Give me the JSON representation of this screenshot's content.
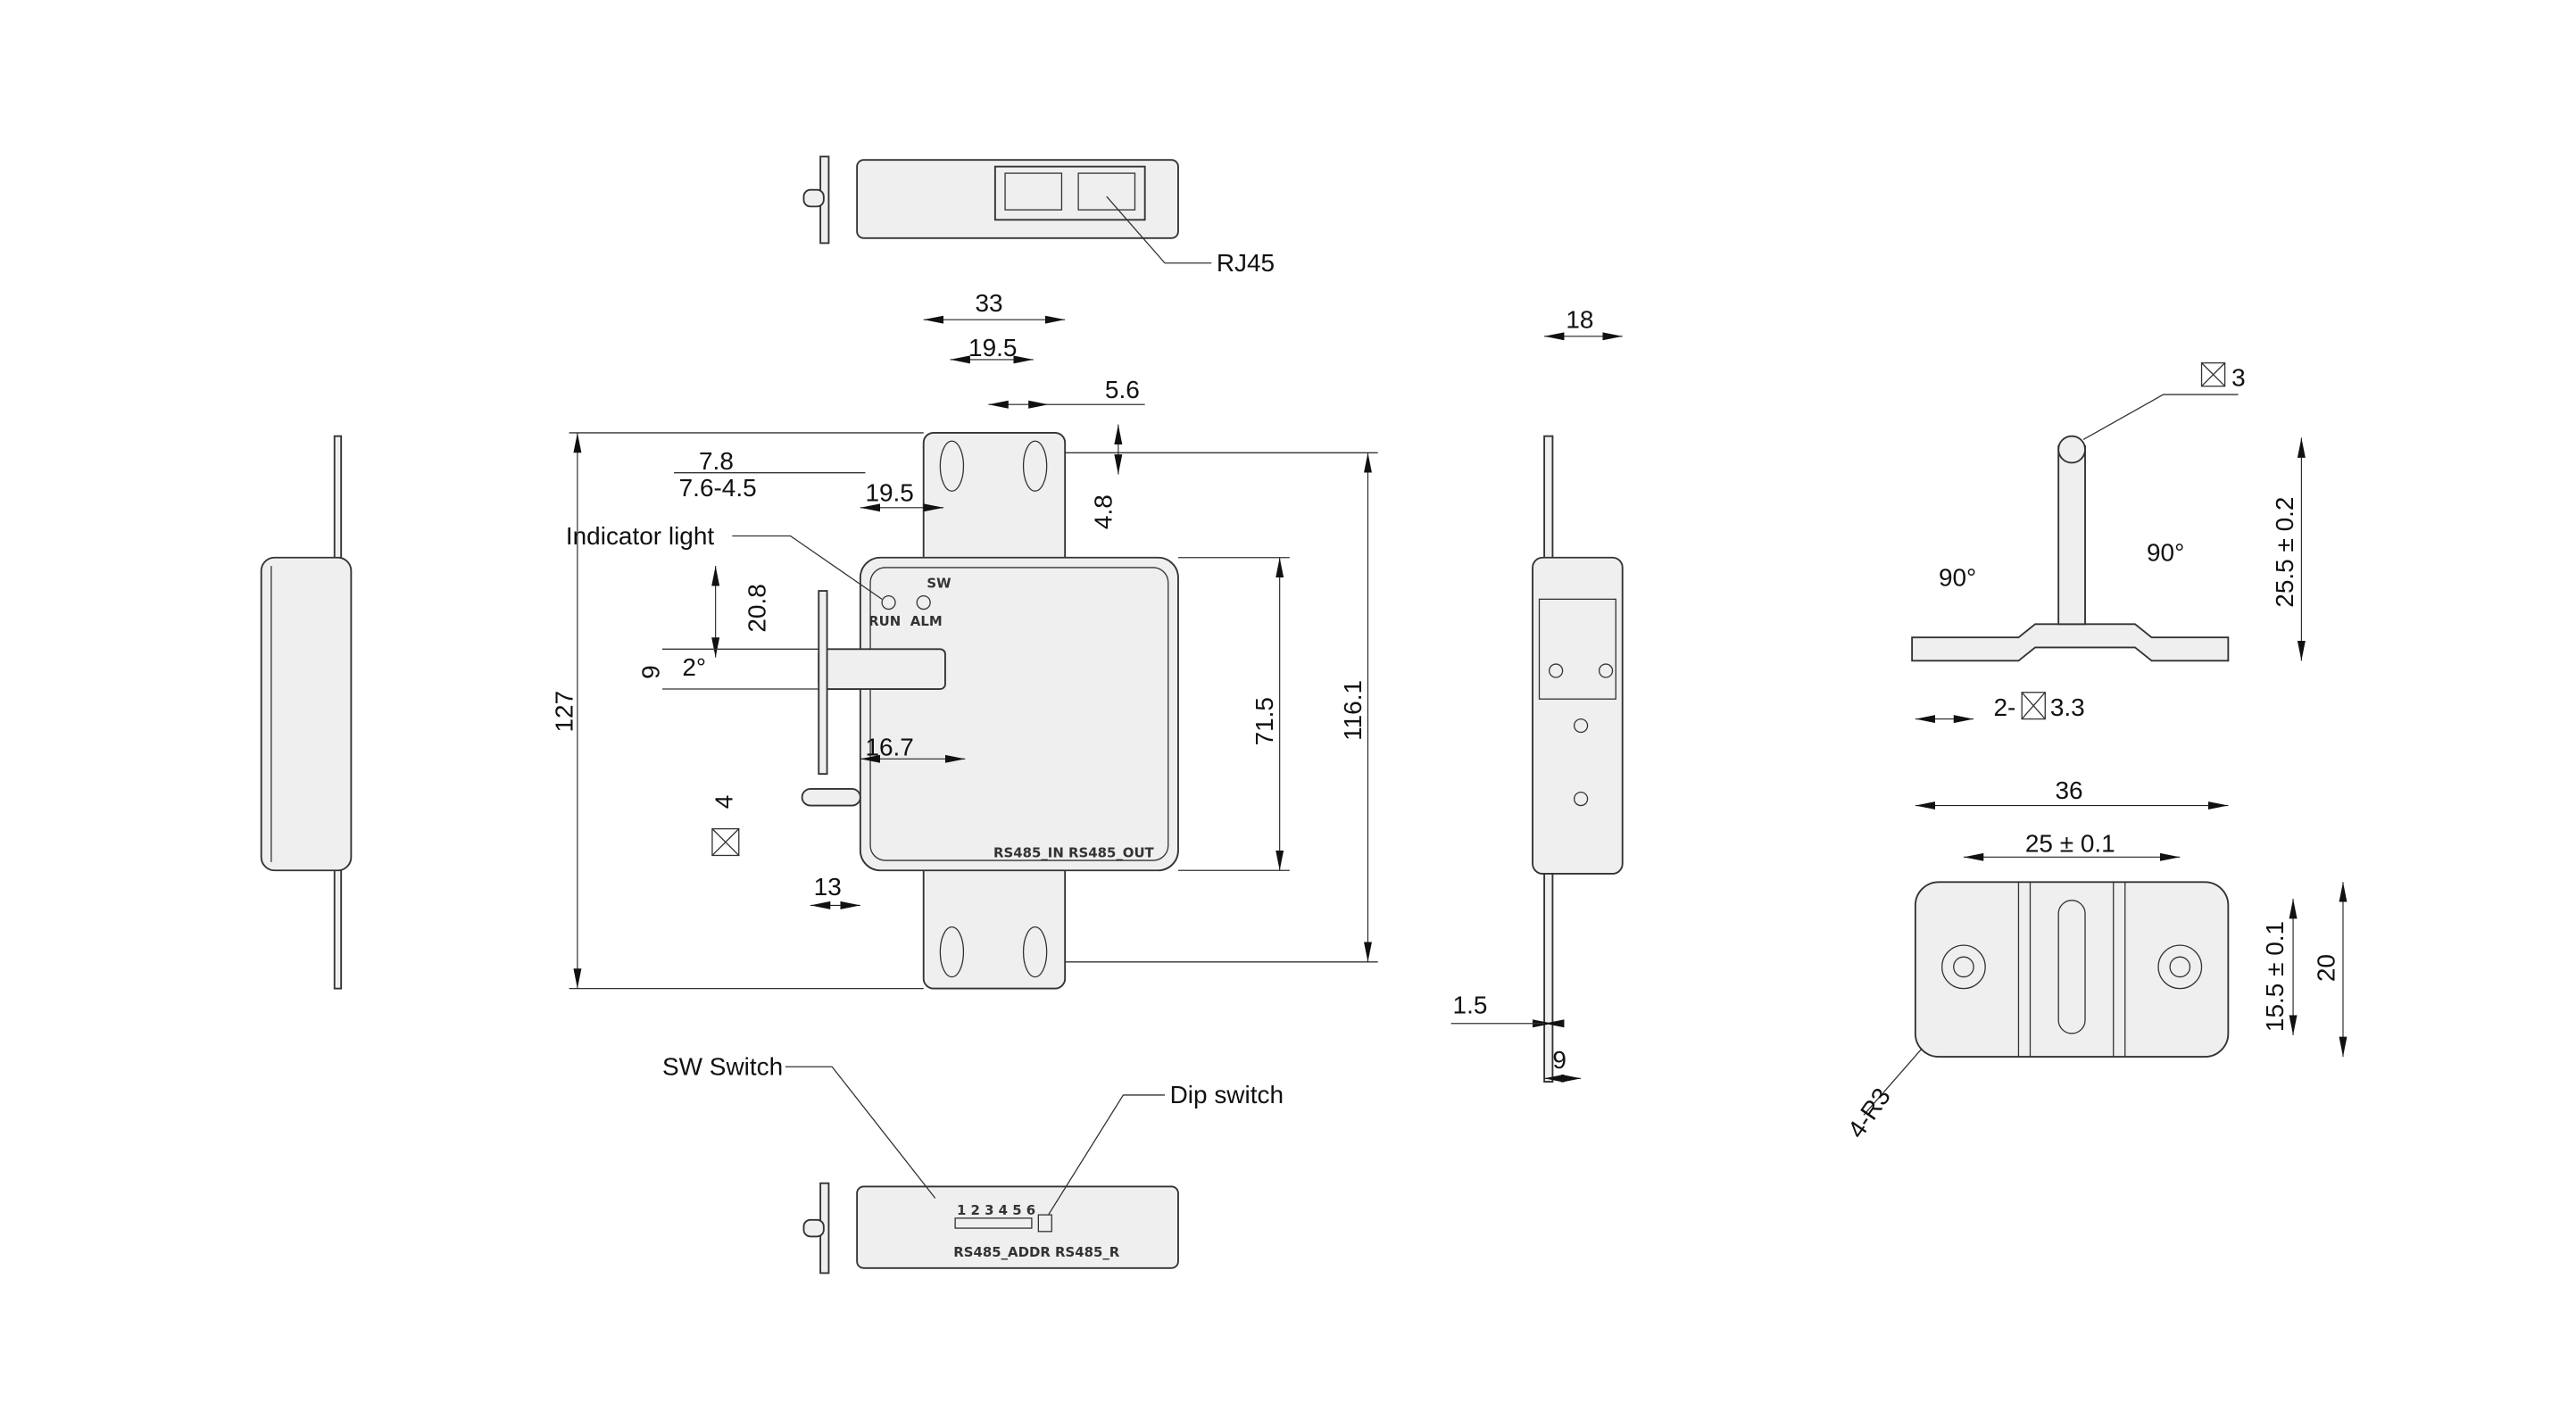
{
  "top_view": {
    "rj45": "RJ45"
  },
  "front_view": {
    "dim_33": "33",
    "dim_19_5_top": "19.5",
    "dim_5_6": "5.6",
    "dim_4_8": "4.8",
    "dim_7_8": "7.8",
    "dim_7_6_4_5": "7.6-4.5",
    "dim_19_5_left": "19.5",
    "indicator_light": "Indicator light",
    "dim_20_8": "20.8",
    "dim_9": "9",
    "angle_2": "2°",
    "dim_16_7": "16.7",
    "dim_4": "4",
    "dim_13": "13",
    "dim_127": "127",
    "dim_71_5": "71.5",
    "dim_116_1": "116.1",
    "sw": "SW",
    "run": "RUN",
    "alm": "ALM",
    "rs485_ports": "RS485_IN RS485_OUT"
  },
  "side_view": {
    "dim_18": "18",
    "dim_1_5": "1.5",
    "dim_9": "9"
  },
  "bracket": {
    "pin_square": "3",
    "dim_25_5": "25.5 ± 0.2",
    "angle_left": "90°",
    "angle_right": "90°",
    "holes": "2-",
    "holes_size": "3.3",
    "dim_36": "36",
    "dim_25": "25 ± 0.1",
    "dim_15_5": "15.5 ± 0.1",
    "dim_20": "20",
    "radius": "4-R3"
  },
  "bottom_view": {
    "sw_switch": "SW Switch",
    "dip_switch": "Dip switch",
    "dip_numbers": "1 2 3 4 5 6",
    "labels": "RS485_ADDR RS485_R"
  }
}
